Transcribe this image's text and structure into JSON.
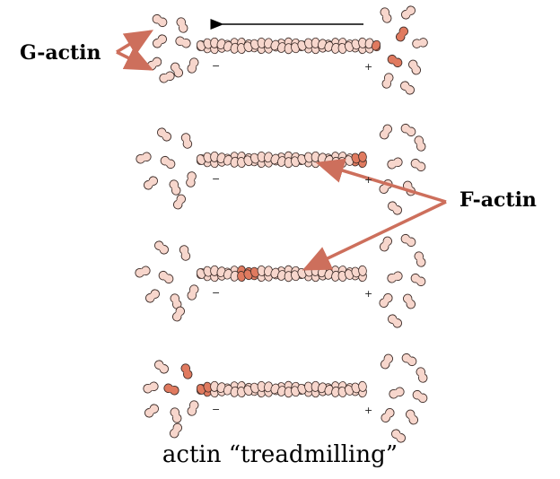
{
  "labels": {
    "g_actin": "G-actin",
    "f_actin": "F-actin",
    "minus": "−",
    "plus": "+"
  },
  "caption": "actin “treadmilling”",
  "colors": {
    "light_subunit": "#f7d6cc",
    "dark_subunit": "#e07a5f",
    "outline": "#3a2a26",
    "pointer_arrow": "#cd6f5c",
    "direction_arrow": "#000000"
  }
}
